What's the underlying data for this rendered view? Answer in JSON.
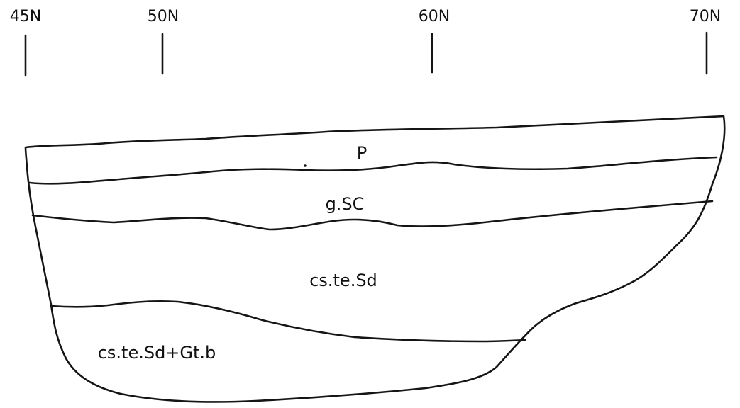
{
  "ticks": [
    {
      "label": "45N"
    },
    {
      "label": "50N"
    },
    {
      "label": "60N"
    },
    {
      "label": "70N"
    }
  ],
  "layers": [
    {
      "id": "p",
      "label": "P"
    },
    {
      "id": "gsc",
      "label": "g.SC"
    },
    {
      "id": "cstesd",
      "label": "cs.te.Sd"
    },
    {
      "id": "cstesd-gtb",
      "label": "cs.te.Sd+Gt.b"
    }
  ],
  "colors": {
    "ink": "#151515",
    "background": "#ffffff"
  }
}
